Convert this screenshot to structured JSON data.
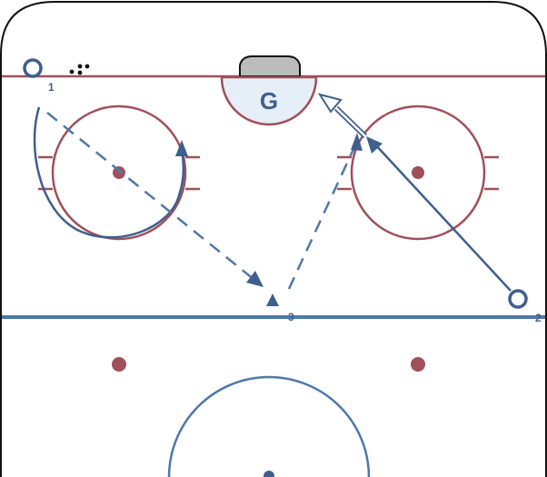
{
  "goalie": {
    "label": "G"
  },
  "players": [
    {
      "label": "1"
    },
    {
      "label": "2"
    },
    {
      "label": "3"
    }
  ],
  "colors": {
    "red": "#a0505a",
    "blue": "#4f77a8",
    "navy": "#3f5f8c",
    "crease_fill": "#e6eef7",
    "net_fill": "#bcbcbc",
    "board": "#111111"
  },
  "icons": {
    "pucks": "puck-icon",
    "player": "player-marker-icon"
  }
}
